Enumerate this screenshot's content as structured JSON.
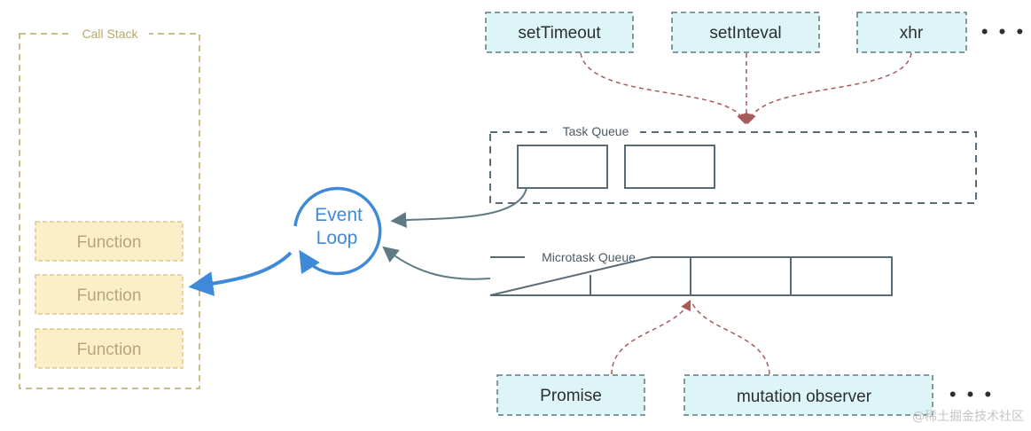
{
  "call_stack": {
    "label": "Call Stack",
    "items": [
      "Function",
      "Function",
      "Function"
    ]
  },
  "event_loop": {
    "line1": "Event",
    "line2": "Loop"
  },
  "task_sources": {
    "items": [
      "setTimeout",
      "setInteval",
      "xhr"
    ],
    "more": "• • •"
  },
  "task_queue": {
    "label": "Task Queue",
    "slots": 2
  },
  "microtask_queue": {
    "label": "Microtask Queue",
    "slots": 4
  },
  "microtask_sources": {
    "items": [
      "Promise",
      "mutation observer"
    ],
    "more": "• • •"
  },
  "watermark": "@稀土掘金技术社区",
  "colors": {
    "call_stack_border": "#c9bd8a",
    "function_fill": "#fcefc8",
    "function_border": "#d9c98f",
    "source_fill": "#ddf5f6",
    "source_border": "#5c7b80",
    "queue_border": "#5a6b78",
    "event_loop": "#3f8ad8",
    "dashed_arrow": "#a85a5a",
    "queue_arrow": "#5f7a84"
  }
}
